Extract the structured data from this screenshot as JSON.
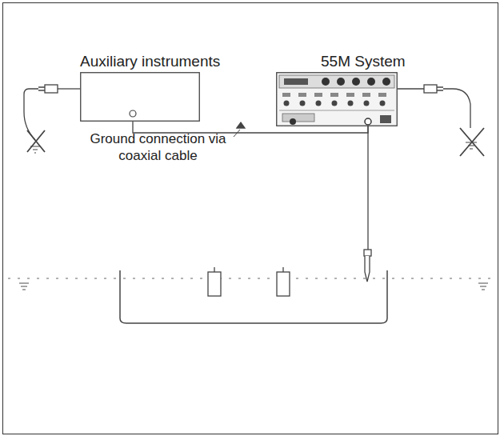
{
  "diagram": {
    "nodes": [
      {
        "text": [
          "Auxiliary instruments"
        ]
      },
      {
        "text": [
          "55M System"
        ]
      }
    ],
    "edges": [
      {
        "from": 0,
        "to": 1,
        "arrow": "none"
      }
    ],
    "labels": [
      "Ground connection via coaxial cable"
    ]
  }
}
